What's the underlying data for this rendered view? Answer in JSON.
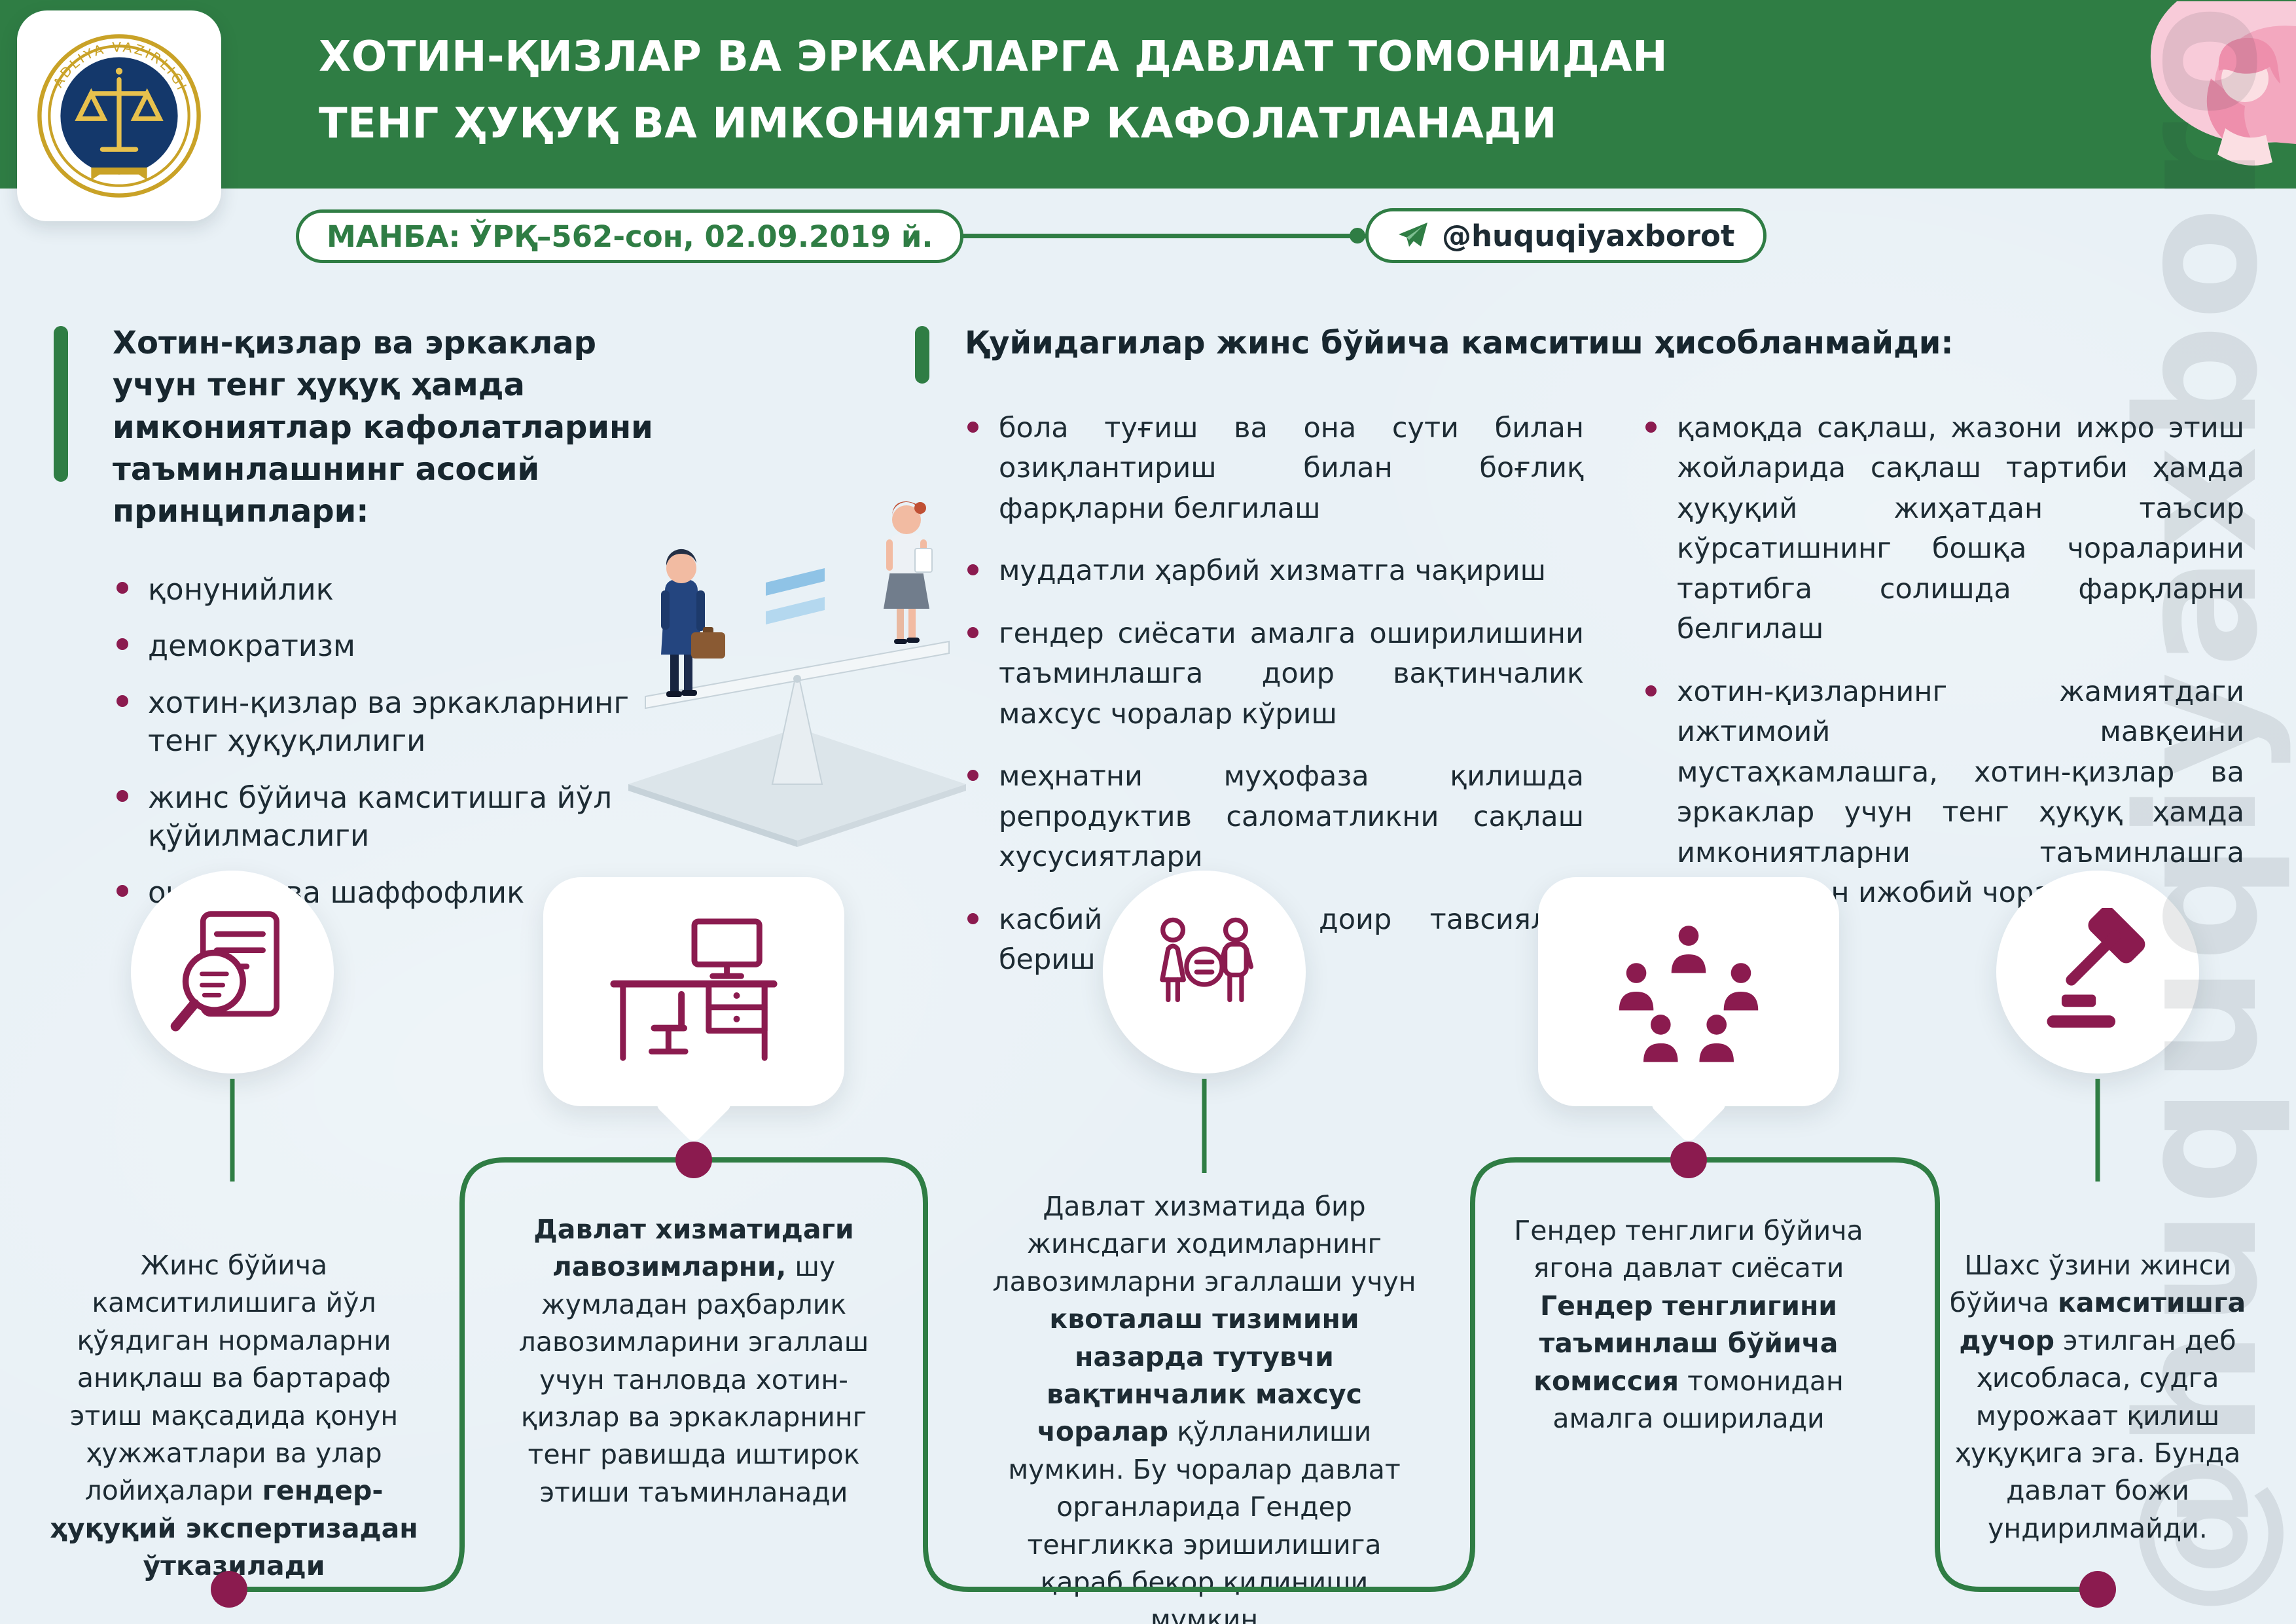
{
  "colors": {
    "green": "#2F7D44",
    "maroon": "#8B1B4F",
    "ink": "#1D2B33",
    "background": "#E9F1F6",
    "gold": "#C9A227",
    "pink": "#EE8FAC"
  },
  "header": {
    "title_lead": "ХОТИН-ҚИЗЛАР ВА ЭРКАКЛАРГА",
    "title_line1_rest": " ДАВЛАТ ТОМОНИДАН",
    "title_line2": "ТЕНГ ҲУҚУҚ ВА ИМКОНИЯТЛАР КАФОЛАТЛАНАДИ"
  },
  "logo": {
    "ring_text": "ADLIYA VAZIRLIGI"
  },
  "source_badge": {
    "label": "МАНБА:",
    "value": "ЎРҚ–562-сон, 02.09.2019 й."
  },
  "telegram_badge": {
    "handle": "@huquqiyaxborot",
    "icon": "paper-plane-icon"
  },
  "watermark": "@huquqiyaxborot",
  "principles": {
    "heading": "Хотин-қизлар ва эркаклар учун тенг ҳуқуқ ҳамда имкониятлар кафолатларини таъминлашнинг асосий принциплари:",
    "items": [
      "қонунийлик",
      "демократизм",
      "хотин-қизлар ва эркакларнинг тенг ҳуқуқлилиги",
      "жинс бўйича камситишга йўл қўйилмаслиги",
      "очиқлик ва шаффофлик"
    ]
  },
  "not_discrimination": {
    "heading": "Қуйидагилар жинс бўйича камситиш ҳисобланмайди:",
    "col1": [
      "бола туғиш ва она сути билан озиқлантириш билан боғлиқ фарқларни белгилаш",
      "муддатли ҳарбий хизматга чақириш",
      "гендер сиёсати амалга оширилишини таъминлашга доир вақтинчалик махсус чоралар кўриш",
      "меҳнатни муҳофаза қилишда репродуктив саломатликни сақлаш хусусиятлари",
      "касбий малакага доир тавсиялар бериш"
    ],
    "col2": [
      "қамоқда сақлаш, жазони ижро этиш жойларида сақлаш тартиби ҳамда ҳуқуқий жиҳатдан таъсир кўрсатишнинг бошқа чораларини тартибга солишда фарқларни белгилаш",
      "хотин-қизларнинг жамиятдаги ижтимоий мавқеини мустаҳкамлашга, хотин-қизлар ва эркаклар учун тенг ҳуқуқ ҳамда имкониятларни таъминлашга қаратилган ижобий чоралар"
    ]
  },
  "steps": [
    {
      "icon": "document-search-icon",
      "pre": "Жинс бўйича камситилишига йўл қўядиган нормаларни аниқлаш ва бартараф этиш мақсадида қонун ҳужжатлари ва улар лойиҳалари ",
      "bold": "гендер-ҳуқуқий экспертизадан ўтказилади",
      "post": ""
    },
    {
      "icon": "workplace-desk-icon",
      "pre": "",
      "bold": "Давлат хизматидаги лавозимларни,",
      "post": " шу жумладан раҳбарлик лавозимларини эгаллаш учун танловда хотин-қизлар ва эркакларнинг тенг равишда иштирок этиши таъминланади"
    },
    {
      "icon": "gender-quota-icon",
      "pre": "Давлат хизматида бир жинсдаги ходимларнинг лавозимларни эгаллаши учун ",
      "bold": "квоталаш тизимини назарда тутувчи вақтинчалик махсус чоралар",
      "post": " қўлланилиши мумкин. Бу чоралар давлат органларида Гендер тенгликка эришилишига қараб бекор қилиниши мумкин"
    },
    {
      "icon": "commission-icon",
      "pre": "Гендер тенглиги бўйича ягона давлат сиёсати ",
      "bold": "Гендер тенглигини таъминлаш бўйича комиссия",
      "post": " томонидан амалга оширилади"
    },
    {
      "icon": "gavel-icon",
      "pre": "Шахс ўзини жинси бўйича ",
      "bold": "камситишга дучор",
      "post": " этилган деб ҳисобласа, судга мурожаат қилиш ҳуқуқига эга. Бунда давлат божи ундирилмайди."
    }
  ]
}
